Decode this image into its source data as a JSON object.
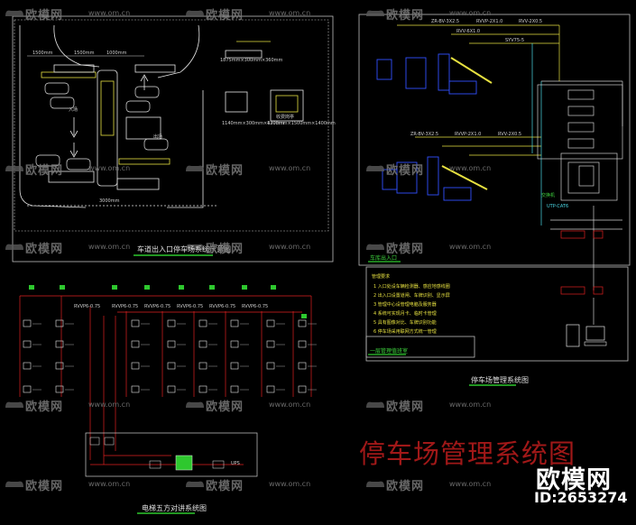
{
  "titles": {
    "main": "停车场管理系统图",
    "parking_layout": "车道出入口停车场系统示意图",
    "intercom": "电梯五方对讲系统图",
    "parking_mgmt": "停车场管理系统图",
    "entrance": "车库出入口",
    "control_room": "一层管理值班室"
  },
  "brand": {
    "name": "欧模网",
    "id": "ID:2653274"
  },
  "watermark": {
    "text": "欧模网",
    "url": "www.om.cn"
  },
  "layout_labels": {
    "entry": "入场",
    "exit": "出场",
    "dim_top": [
      "1500mm",
      "1500mm",
      "1000mm"
    ],
    "dim_bottom": "3000mm",
    "dim_spec_1": "1875mm×300mm×360mm",
    "dim_spec_2": "1140mm×300mm×430mm",
    "dim_spec_3": "1200mm×1500mm×1400mm",
    "guard_box": "收费岗亭"
  },
  "cable_labels": {
    "top_a": "ZR-BV-3X2.5",
    "top_b": "RVVP-2X1.0",
    "top_c": "RVV-2X0.5",
    "top_d": "RVV-6X1.0",
    "top_e": "SYV75-5",
    "mid_a": "ZR-BV-3X2.5",
    "mid_b": "RVVP-2X1.0",
    "mid_c": "RVV-2X0.5",
    "utp": "UTP-CAT6",
    "switch": "交换机",
    "intercom_cable": "RVVP6-0.75",
    "ups": "UPS"
  },
  "notes": [
    "管理要求",
    "1 入口处设车辆检测器、感应地感线圈",
    "2 出入口设置道闸、车牌识别、显示屏",
    "3 管理中心设管理电脑及服务器",
    "4 系统可实现月卡、临时卡管理",
    "5 具有图像对比、车牌识别功能",
    "6 停车场采用联网方式统一管理"
  ],
  "colors": {
    "bg": "#000000",
    "red": "#e02020",
    "magenta": "#d81c6a",
    "yellow": "#e6e040",
    "cyan": "#4ad8e6",
    "blue": "#3050ff",
    "green": "#2ec82e",
    "white": "#e6e6e6",
    "gray": "#8a8a8a",
    "title_red": "#a01818"
  }
}
